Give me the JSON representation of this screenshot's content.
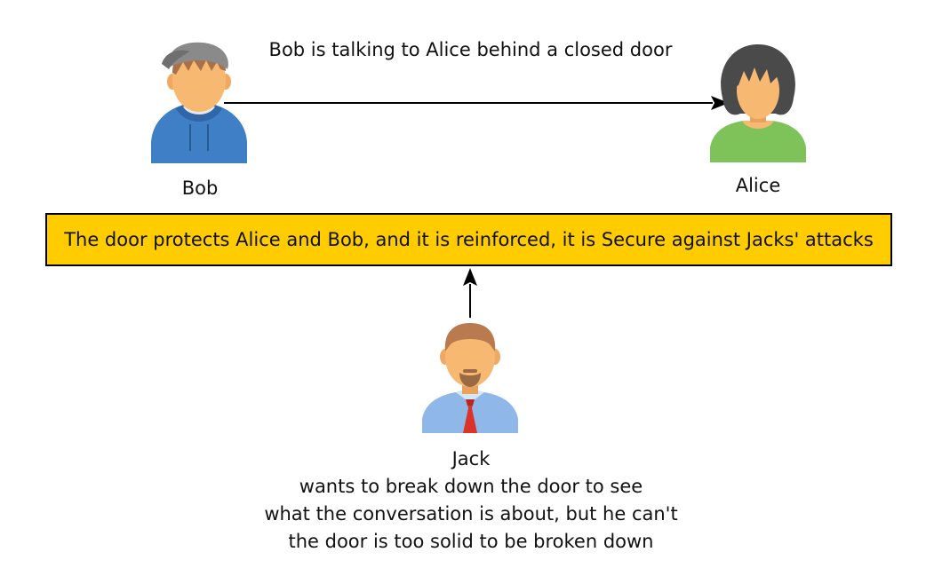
{
  "title": "Bob is talking to Alice behind a closed door",
  "people": {
    "bob": {
      "name": "Bob"
    },
    "alice": {
      "name": "Alice"
    },
    "jack": {
      "name": "Jack",
      "description": [
        "wants to break down the door to see",
        "what the conversation is about, but he can't",
        "the door is too solid to be broken down"
      ]
    }
  },
  "door": {
    "text": "The door protects Alice and Bob, and it is reinforced, it is Secure against Jacks' attacks",
    "fill": "#ffcc00"
  },
  "colors": {
    "bob_shirt": "#3e7fc6",
    "alice_shirt": "#7dc35a",
    "jack_shirt": "#8fb8e8",
    "tie": "#d9332a",
    "skin": "#f7b872"
  },
  "icons": [
    "bob-avatar-icon",
    "alice-avatar-icon",
    "jack-avatar-icon"
  ]
}
